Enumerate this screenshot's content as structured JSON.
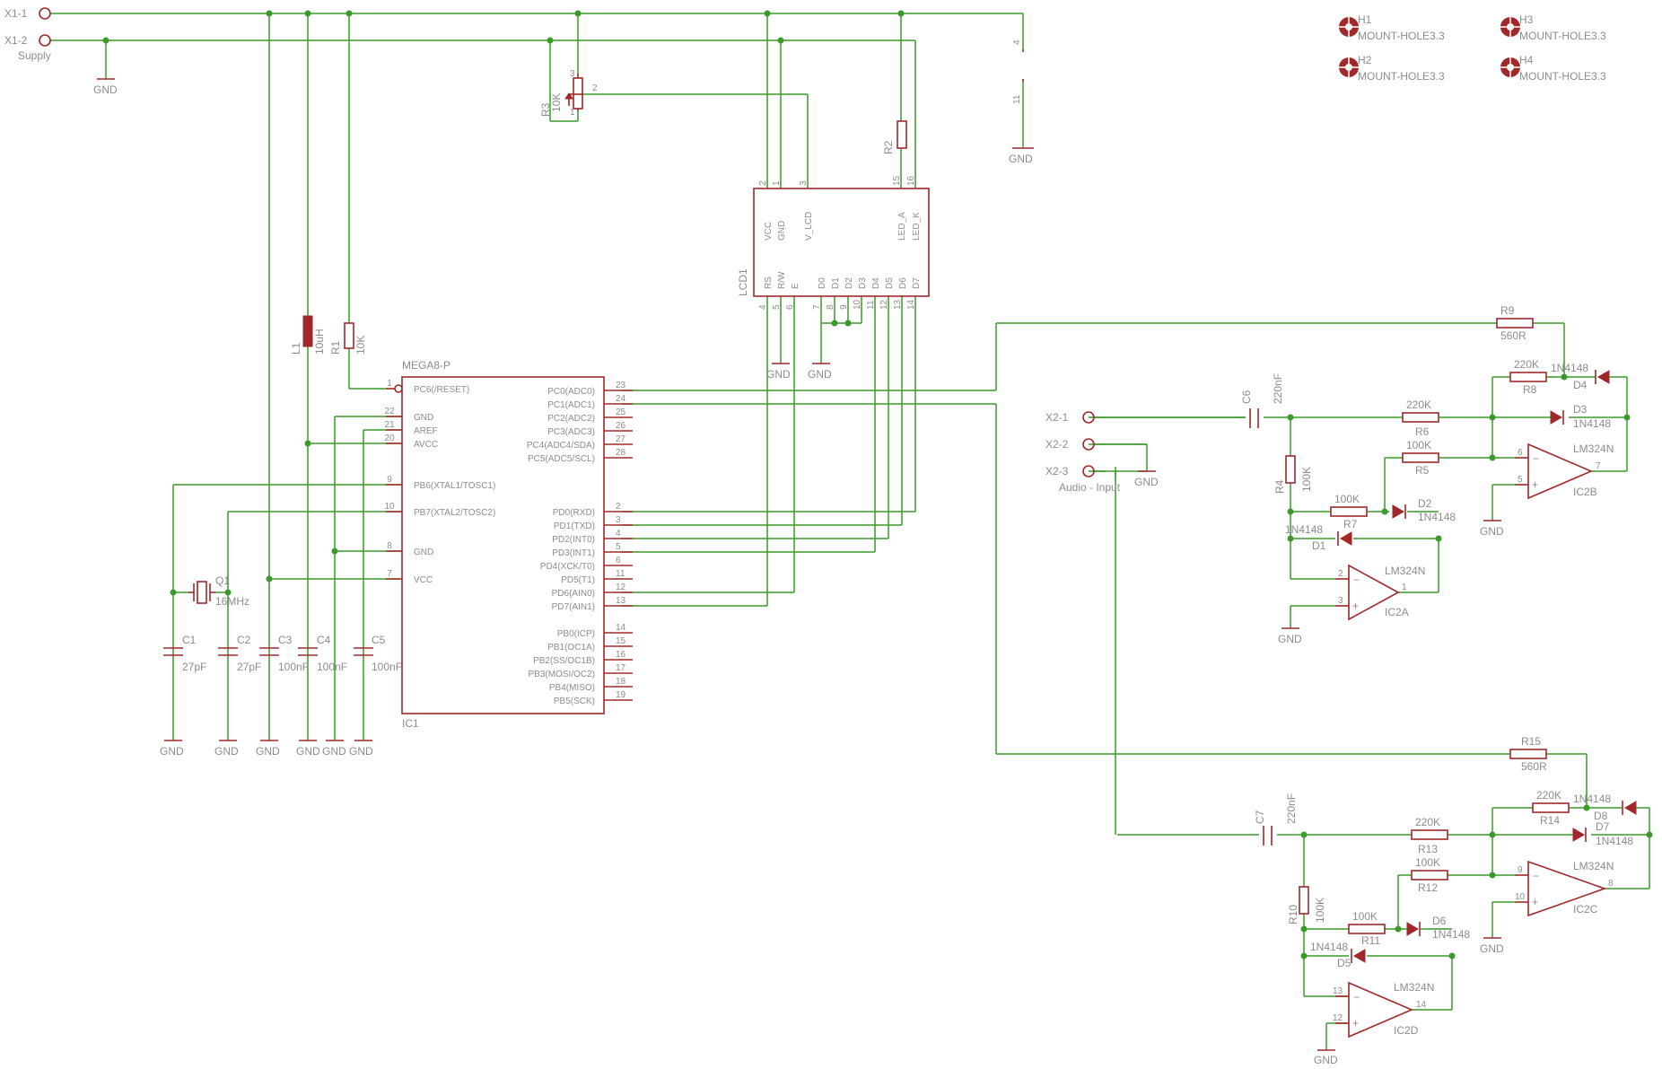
{
  "connectors": {
    "x1_1": "X1-1",
    "x1_2": "X1-2",
    "supply": "Supply",
    "x2_1": "X2-1",
    "x2_2": "X2-2",
    "x2_3": "X2-3",
    "audio_input": "Audio - Input"
  },
  "gnd": "GND",
  "mount_holes": {
    "h1": "H1",
    "h2": "H2",
    "h3": "H3",
    "h4": "H4",
    "value": "MOUNT-HOLE3.3"
  },
  "mcu": {
    "value": "MEGA8-P",
    "name": "IC1",
    "left_pins": [
      {
        "num": "1",
        "name": "PC6(/RESET)"
      },
      {
        "num": "22",
        "name": "GND"
      },
      {
        "num": "21",
        "name": "AREF"
      },
      {
        "num": "20",
        "name": "AVCC"
      },
      {
        "num": "9",
        "name": "PB6(XTAL1/TOSC1)"
      },
      {
        "num": "10",
        "name": "PB7(XTAL2/TOSC2)"
      },
      {
        "num": "8",
        "name": "GND"
      },
      {
        "num": "7",
        "name": "VCC"
      }
    ],
    "right_pins": [
      {
        "num": "23",
        "name": "PC0(ADC0)"
      },
      {
        "num": "24",
        "name": "PC1(ADC1)"
      },
      {
        "num": "25",
        "name": "PC2(ADC2)"
      },
      {
        "num": "26",
        "name": "PC3(ADC3)"
      },
      {
        "num": "27",
        "name": "PC4(ADC4/SDA)"
      },
      {
        "num": "28",
        "name": "PC5(ADC5/SCL)"
      },
      {
        "num": "2",
        "name": "PD0(RXD)"
      },
      {
        "num": "3",
        "name": "PD1(TXD)"
      },
      {
        "num": "4",
        "name": "PD2(INT0)"
      },
      {
        "num": "5",
        "name": "PD3(INT1)"
      },
      {
        "num": "6",
        "name": "PD4(XCK/T0)"
      },
      {
        "num": "11",
        "name": "PD5(T1)"
      },
      {
        "num": "12",
        "name": "PD6(AIN0)"
      },
      {
        "num": "13",
        "name": "PD7(AIN1)"
      },
      {
        "num": "14",
        "name": "PB0(ICP)"
      },
      {
        "num": "15",
        "name": "PB1(OC1A)"
      },
      {
        "num": "16",
        "name": "PB2(SS/OC1B)"
      },
      {
        "num": "17",
        "name": "PB3(MOSI/OC2)"
      },
      {
        "num": "18",
        "name": "PB4(MISO)"
      },
      {
        "num": "19",
        "name": "PB5(SCK)"
      }
    ]
  },
  "lcd": {
    "name": "LCD1",
    "top_pins": [
      {
        "num": "2",
        "name": "VCC"
      },
      {
        "num": "1",
        "name": "GND"
      },
      {
        "num": "3",
        "name": "V_LCD"
      },
      {
        "num": "15",
        "name": "LED_A"
      },
      {
        "num": "16",
        "name": "LED_K"
      }
    ],
    "bottom_pins": [
      {
        "num": "4",
        "name": "RS"
      },
      {
        "num": "5",
        "name": "R/W"
      },
      {
        "num": "6",
        "name": "E"
      },
      {
        "num": "7",
        "name": "D0"
      },
      {
        "num": "8",
        "name": "D1"
      },
      {
        "num": "9",
        "name": "D2"
      },
      {
        "num": "10",
        "name": "D3"
      },
      {
        "num": "11",
        "name": "D4"
      },
      {
        "num": "12",
        "name": "D5"
      },
      {
        "num": "13",
        "name": "D6"
      },
      {
        "num": "14",
        "name": "D7"
      }
    ]
  },
  "power_pins": {
    "p4": "4",
    "p11": "11"
  },
  "pot": {
    "name": "R3",
    "value": "10K",
    "p1": "1",
    "p2": "2",
    "p3": "3"
  },
  "parts": {
    "l1": {
      "name": "L1",
      "value": "10uH"
    },
    "r1": {
      "name": "R1",
      "value": "10K"
    },
    "r2": {
      "name": "R2"
    },
    "q1": {
      "name": "Q1",
      "value": "16MHz"
    },
    "c1": {
      "name": "C1",
      "value": "27pF"
    },
    "c2": {
      "name": "C2",
      "value": "27pF"
    },
    "c3": {
      "name": "C3",
      "value": "100nF"
    },
    "c4": {
      "name": "C4",
      "value": "100nF"
    },
    "c5": {
      "name": "C5",
      "value": "100nF"
    },
    "c6": {
      "name": "C6",
      "value": "220nF"
    },
    "c7": {
      "name": "C7",
      "value": "220nF"
    },
    "r4": {
      "name": "R4",
      "value": "100K"
    },
    "r5": {
      "name": "R5",
      "value": "100K"
    },
    "r6": {
      "name": "R6",
      "value": "220K"
    },
    "r7": {
      "name": "R7",
      "value": "100K"
    },
    "r8": {
      "name": "R8",
      "value": "220K"
    },
    "r9": {
      "name": "R9",
      "value": "560R"
    },
    "r10": {
      "name": "R10",
      "value": "100K"
    },
    "r11": {
      "name": "R11",
      "value": "100K"
    },
    "r12": {
      "name": "R12",
      "value": "100K"
    },
    "r13": {
      "name": "R13",
      "value": "220K"
    },
    "r14": {
      "name": "R14",
      "value": "220K"
    },
    "r15": {
      "name": "R15",
      "value": "560R"
    },
    "d1": {
      "name": "D1",
      "value": "1N4148"
    },
    "d2": {
      "name": "D2",
      "value": "1N4148"
    },
    "d3": {
      "name": "D3",
      "value": "1N4148"
    },
    "d4": {
      "name": "D4",
      "value": "1N4148"
    },
    "d5": {
      "name": "D5",
      "value": "1N4148"
    },
    "d6": {
      "name": "D6",
      "value": "1N4148"
    },
    "d7": {
      "name": "D7",
      "value": "1N4148"
    },
    "d8": {
      "name": "D8",
      "value": "1N4148"
    }
  },
  "opamps": {
    "value": "LM324N",
    "ic2a": {
      "name": "IC2A",
      "inv": "2",
      "noninv": "3",
      "out": "1"
    },
    "ic2b": {
      "name": "IC2B",
      "inv": "6",
      "noninv": "5",
      "out": "7"
    },
    "ic2c": {
      "name": "IC2C",
      "inv": "9",
      "noninv": "10",
      "out": "8"
    },
    "ic2d": {
      "name": "IC2D",
      "inv": "13",
      "noninv": "12",
      "out": "14"
    }
  },
  "colors": {
    "wire": "#3a9a2a",
    "part": "#a02828",
    "text": "#8c8c8c",
    "background": "#ffffff"
  }
}
